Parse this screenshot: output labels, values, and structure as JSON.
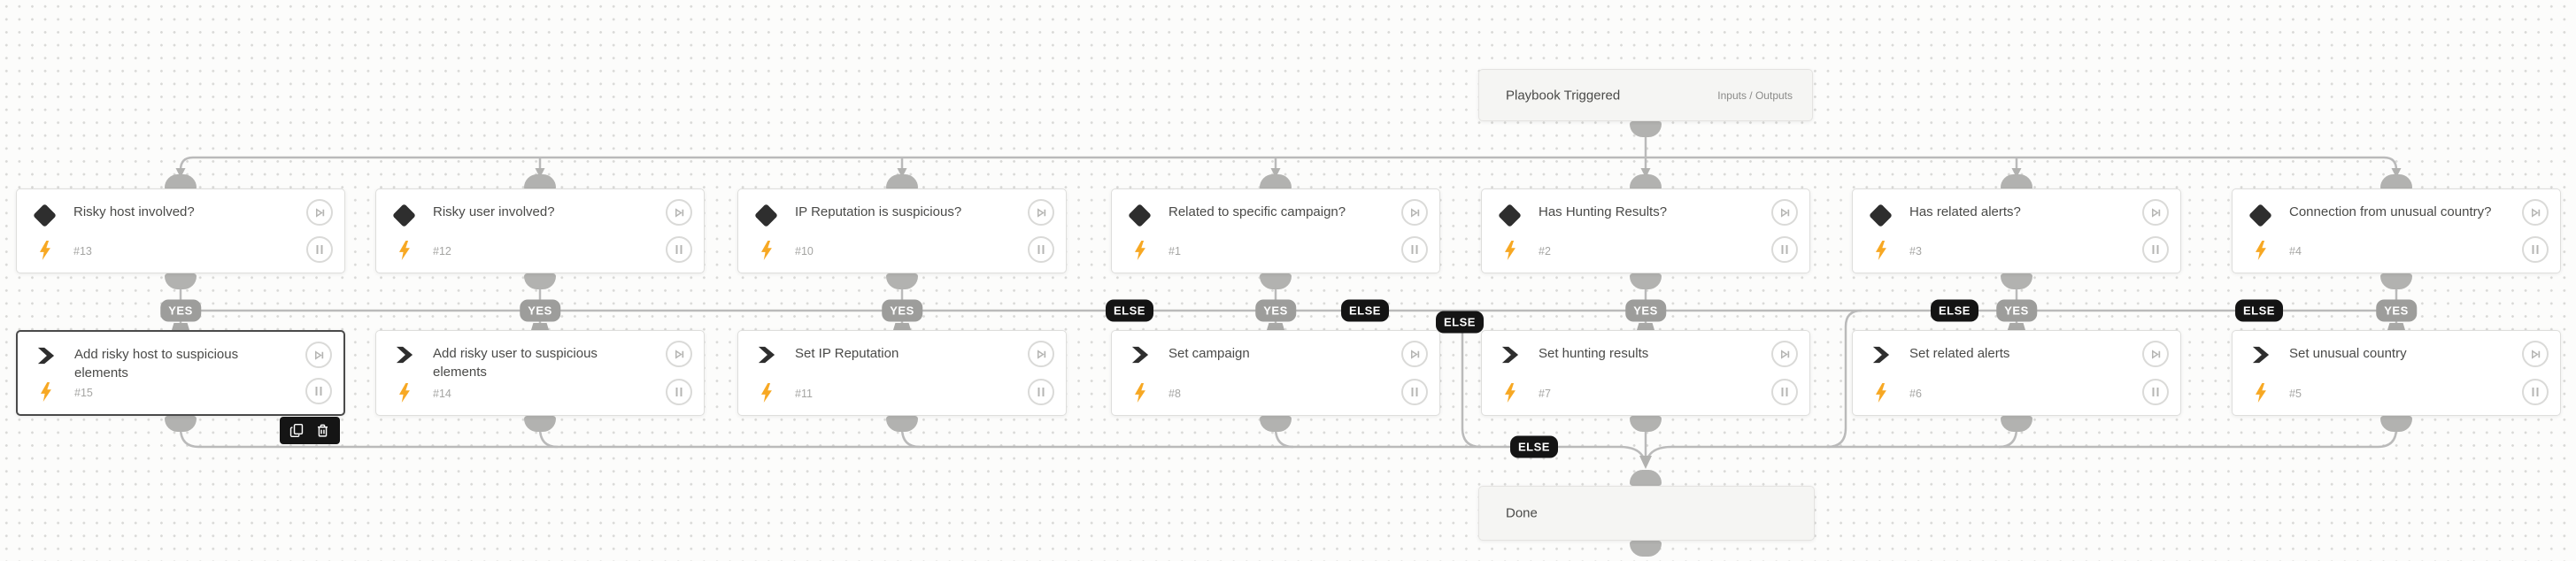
{
  "trigger": {
    "title": "Playbook Triggered",
    "link_label": "Inputs / Outputs"
  },
  "done": {
    "title": "Done"
  },
  "labels": {
    "yes": "YES",
    "else": "ELSE"
  },
  "nodes": {
    "conditions": [
      {
        "title": "Risky host involved?",
        "id": "#13",
        "icon": "diamond-condition-icon"
      },
      {
        "title": "Risky user involved?",
        "id": "#12",
        "icon": "diamond-condition-icon"
      },
      {
        "title": "IP Reputation is suspicious?",
        "id": "#10",
        "icon": "diamond-condition-icon"
      },
      {
        "title": "Related to specific campaign?",
        "id": "#1",
        "icon": "diamond-condition-icon"
      },
      {
        "title": "Has Hunting Results?",
        "id": "#2",
        "icon": "diamond-condition-icon"
      },
      {
        "title": "Has related alerts?",
        "id": "#3",
        "icon": "diamond-condition-icon"
      },
      {
        "title": "Connection from unusual country?",
        "id": "#4",
        "icon": "diamond-condition-icon"
      }
    ],
    "actions": [
      {
        "title": "Add risky host to suspicious elements",
        "id": "#15",
        "icon": "chevron-task-icon",
        "selected": true
      },
      {
        "title": "Add risky user to suspicious elements",
        "id": "#14",
        "icon": "chevron-task-icon"
      },
      {
        "title": "Set IP Reputation",
        "id": "#11",
        "icon": "chevron-task-icon"
      },
      {
        "title": "Set campaign",
        "id": "#8",
        "icon": "chevron-task-icon"
      },
      {
        "title": "Set hunting results",
        "id": "#7",
        "icon": "chevron-task-icon"
      },
      {
        "title": "Set related alerts",
        "id": "#6",
        "icon": "chevron-task-icon"
      },
      {
        "title": "Set unusual country",
        "id": "#5",
        "icon": "chevron-task-icon"
      }
    ]
  },
  "node_buttons": {
    "skip": "skip-to-end",
    "pause": "pause"
  },
  "selection_toolbar": {
    "buttons": [
      "copy",
      "delete"
    ]
  },
  "colors": {
    "accent_orange": "#F7A823",
    "edge_gray": "#bababa",
    "port_gray": "#b2b2b0",
    "badge_yes_bg": "#9d9d9b",
    "badge_else_bg": "#141414",
    "node_border": "#dededc",
    "terminal_bg": "#f5f5f3",
    "title_text": "#4a4a48",
    "id_text": "#a5a5a3"
  }
}
